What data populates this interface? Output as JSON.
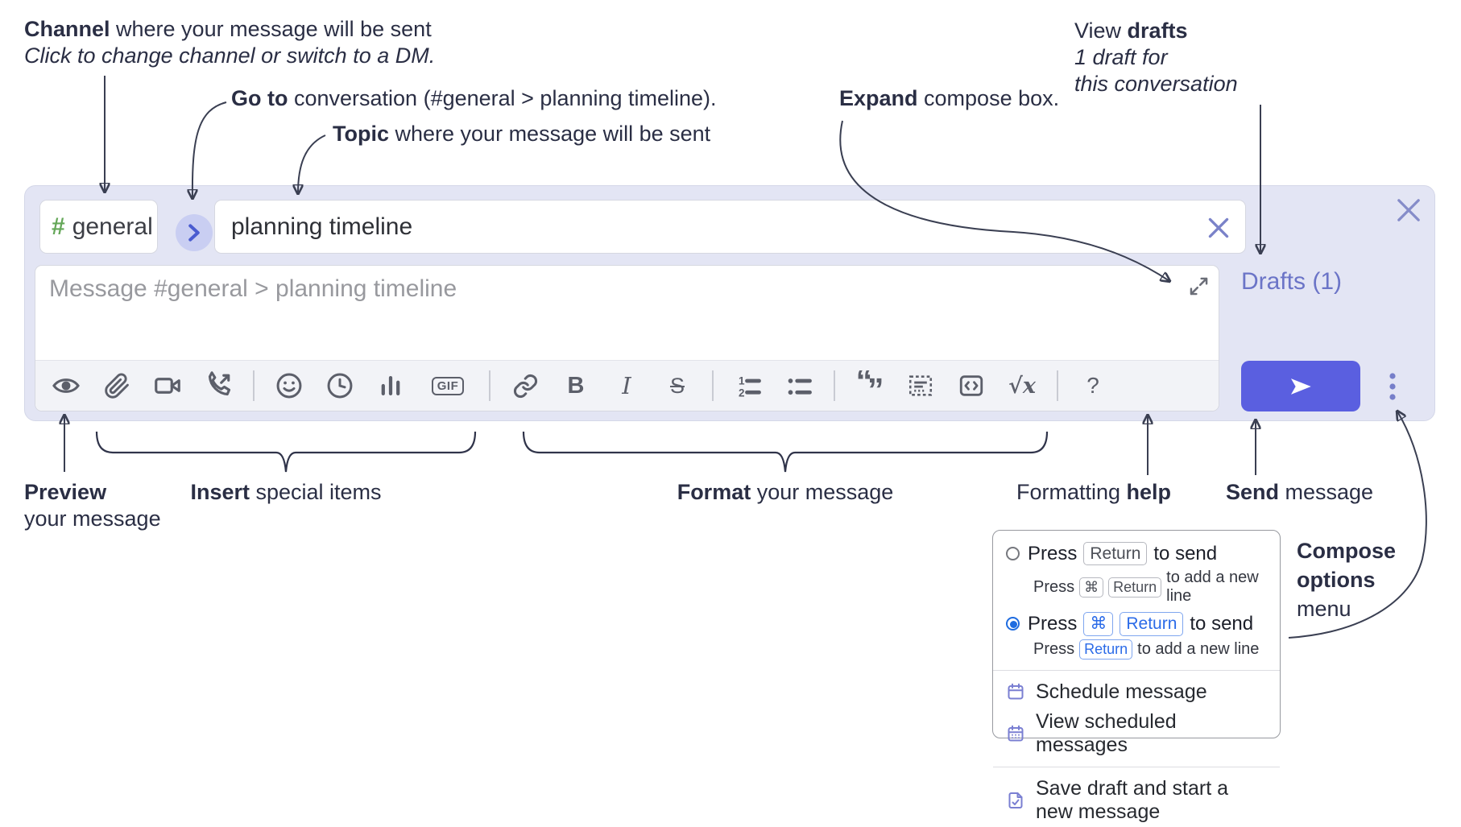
{
  "annotations": {
    "channel": {
      "bold": "Channel",
      "rest": " where your message will be sent",
      "line2": "Click to change channel or switch to a DM."
    },
    "goto": {
      "bold": "Go to",
      "rest": " conversation (#general > planning timeline)."
    },
    "topic": {
      "bold": "Topic",
      "rest": " where your message will be sent"
    },
    "expand": {
      "bold": "Expand",
      "rest": " compose box."
    },
    "drafts": {
      "line1_pre": "View ",
      "line1_bold": "drafts",
      "line2": "1 draft for",
      "line3": "this conversation"
    },
    "preview": {
      "bold": "Preview",
      "line2": "your message"
    },
    "insert": {
      "bold": "Insert",
      "rest": " special items"
    },
    "format": {
      "bold": "Format",
      "rest": " your message"
    },
    "formatting_help": {
      "pre": "Formatting ",
      "bold": "help"
    },
    "send": {
      "bold": "Send",
      "rest": " message"
    },
    "compose_options": {
      "bold1": "Compose",
      "bold2": "options",
      "line3": "menu"
    }
  },
  "compose": {
    "channel_hash": "#",
    "channel_name": "general",
    "topic_value": "planning timeline",
    "message_placeholder": "Message #general > planning timeline",
    "drafts_link": "Drafts (1)"
  },
  "glyphs": {
    "gif": "GIF",
    "bold": "B",
    "italic": "I",
    "strike": "S",
    "sqrt_x": "√x",
    "help": "?",
    "one": "1",
    "two": "2",
    "quote_open": "“",
    "quote_close": "”",
    "cmd": "⌘"
  },
  "menu": {
    "opt1": {
      "press": "Press",
      "key": "Return",
      "after": "to send"
    },
    "opt1sub": {
      "press": "Press",
      "key1": "⌘",
      "key2": "Return",
      "after": "to add a new line"
    },
    "opt2": {
      "press": "Press",
      "key1": "⌘",
      "key2": "Return",
      "after": "to send"
    },
    "opt2sub": {
      "press": "Press",
      "key": "Return",
      "after": "to add a new line"
    },
    "items": [
      {
        "label": "Schedule message"
      },
      {
        "label": "View scheduled messages"
      },
      {
        "label": "Save draft and start a new message"
      }
    ]
  },
  "colors": {
    "accent": "#5a5fe0",
    "compose-bg": "#e3e5f4",
    "link": "#6b74c7",
    "hash": "#64a758",
    "kbd-blue": "#2b6be8",
    "menu-icon": "#7a7fd2",
    "icon": "#5c5f6a",
    "ann": "#2a2e44"
  }
}
